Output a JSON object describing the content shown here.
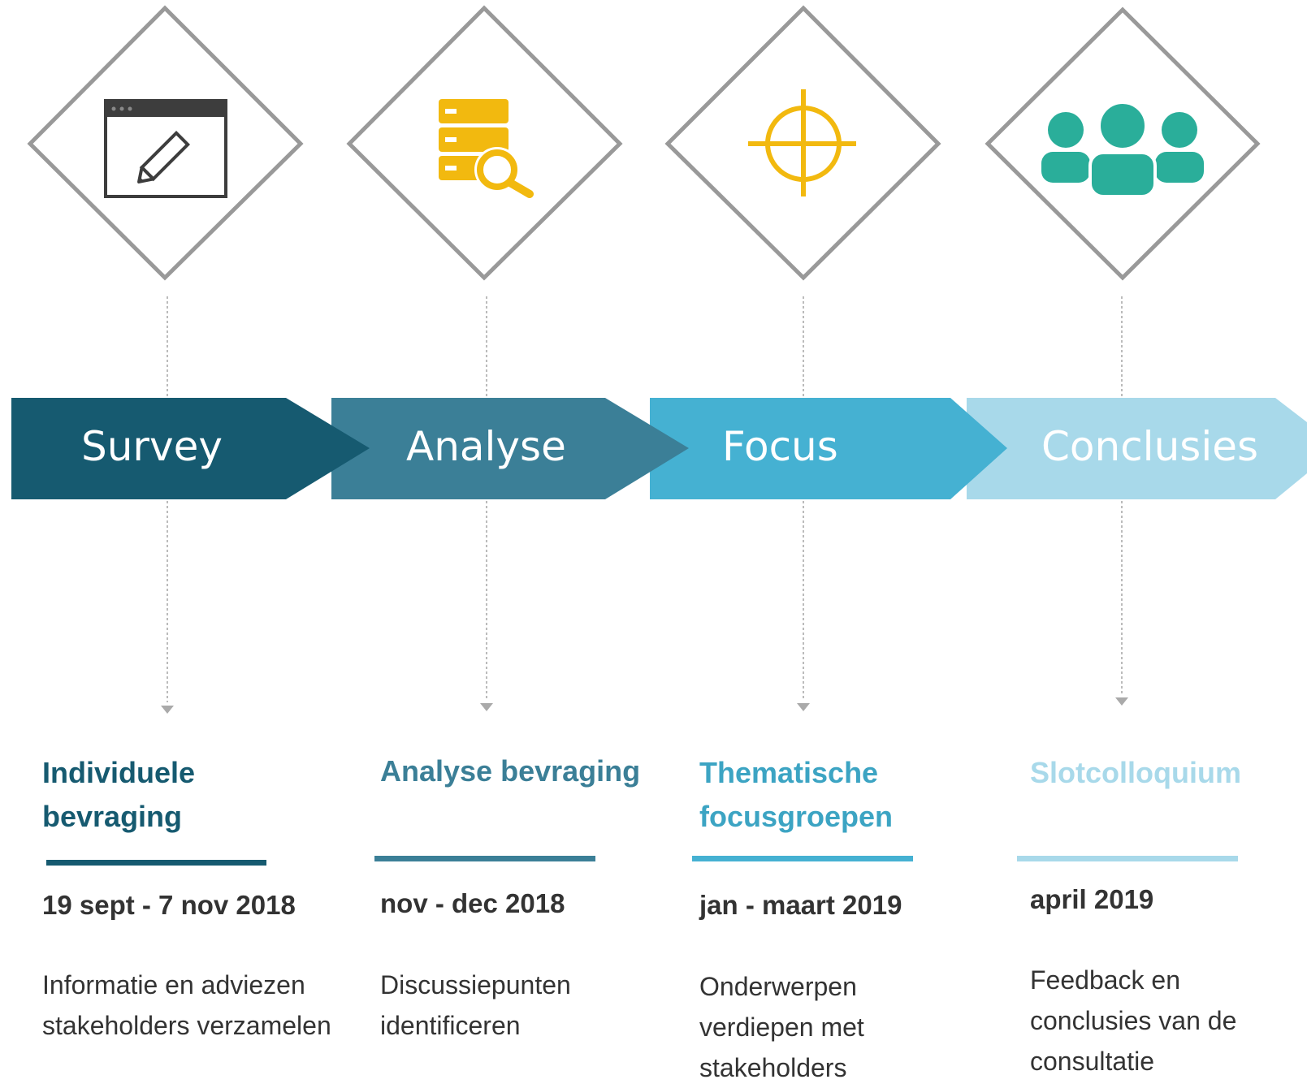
{
  "steps": [
    {
      "label": "Survey",
      "icon": "survey-window-pencil-icon",
      "color": "#165a70",
      "title": "Individuele bevraging",
      "date": "19 sept - 7 nov 2018",
      "description": "Informatie en adviezen stakeholders verzamelen"
    },
    {
      "label": "Analyse",
      "icon": "database-search-icon",
      "color": "#3b7f97",
      "title": "Analyse bevraging",
      "date": "nov - dec 2018",
      "description": "Discussiepunten identificeren"
    },
    {
      "label": "Focus",
      "icon": "crosshair-target-icon",
      "color": "#45b1d2",
      "title": "Thematische focusgroepen",
      "date": "jan - maart 2019",
      "description": "Onderwerpen verdiepen met stakeholders"
    },
    {
      "label": "Conclusies",
      "icon": "people-group-icon",
      "color": "#a8d9ea",
      "title": "Slotcolloquium",
      "date": "april 2019",
      "description": "Feedback en conclusies van de consultatie"
    }
  ],
  "colors": {
    "diamond_border": "#999999",
    "connector": "#bbbbbb",
    "icon_dark": "#3d3d3d",
    "icon_yellow": "#f2b90f",
    "icon_teal": "#2aae9a",
    "body_text": "#333333"
  }
}
